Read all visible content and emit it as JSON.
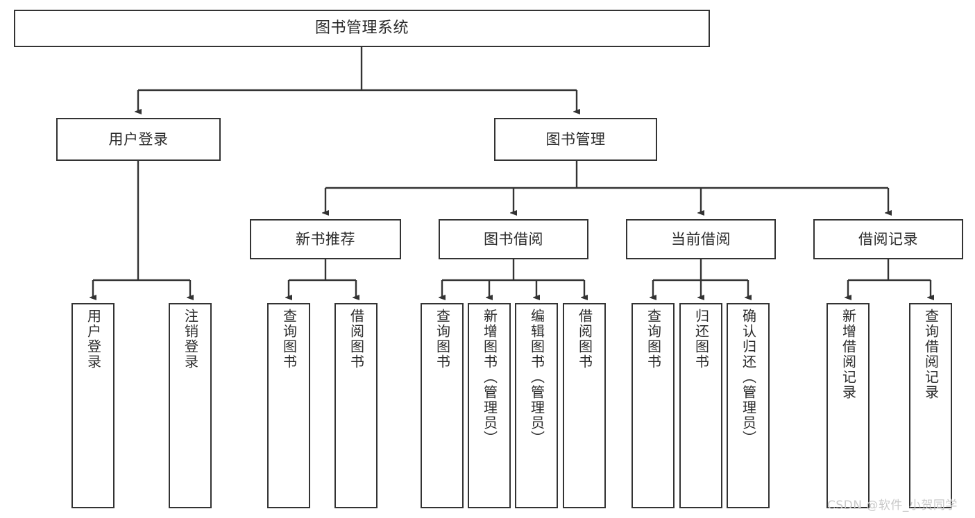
{
  "diagram": {
    "title": "图书管理系统",
    "type": "tree-hierarchy-chart",
    "colors": {
      "box_border": "#333333",
      "box_fill": "#ffffff",
      "connector": "#333333",
      "text": "#2b2b2b",
      "watermark": "#c9c9c9",
      "background": "#ffffff"
    }
  },
  "watermark": {
    "text": "CSDN @软件_小贺同学"
  },
  "nodes": {
    "root": {
      "label": "图书管理系统"
    },
    "level2": [
      {
        "label": "用户登录"
      },
      {
        "label": "图书管理"
      }
    ],
    "level3": [
      {
        "label": "新书推荐"
      },
      {
        "label": "图书借阅"
      },
      {
        "label": "当前借阅"
      },
      {
        "label": "借阅记录"
      }
    ],
    "leaves": {
      "user_login": [
        {
          "label": "用户登录"
        },
        {
          "label": "注销登录"
        }
      ],
      "new_book_recommend": [
        {
          "label": "查询图书"
        },
        {
          "label": "借阅图书"
        }
      ],
      "book_borrow": [
        {
          "label": "查询图书"
        },
        {
          "label": "新增图书（管理员）"
        },
        {
          "label": "编辑图书（管理员）"
        },
        {
          "label": "借阅图书"
        }
      ],
      "current_borrow": [
        {
          "label": "查询图书"
        },
        {
          "label": "归还图书"
        },
        {
          "label": "确认归还（管理员）"
        }
      ],
      "borrow_record": [
        {
          "label": "新增借阅记录"
        },
        {
          "label": "查询借阅记录"
        }
      ]
    }
  }
}
